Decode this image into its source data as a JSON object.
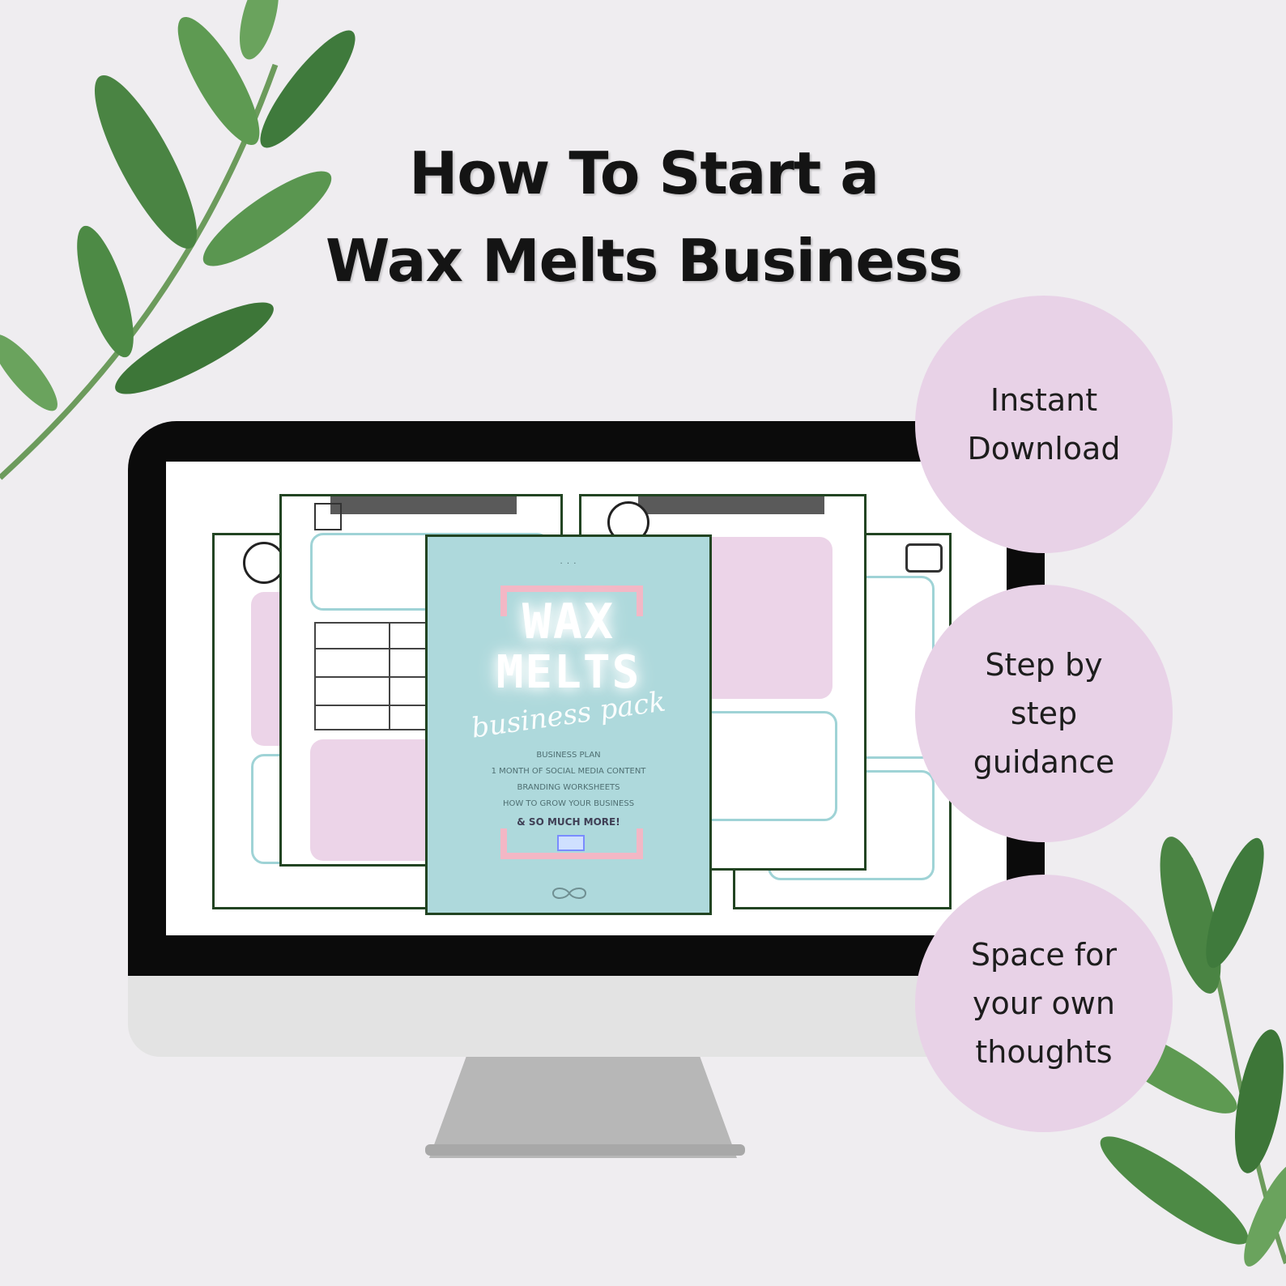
{
  "title": {
    "line1": "How To Start a",
    "line2": "Wax Melts Business"
  },
  "badges": [
    {
      "label": "Instant\nDownload"
    },
    {
      "label": "Step by\nstep\nguidance"
    },
    {
      "label": "Space for\nyour own\nthoughts"
    }
  ],
  "cover": {
    "word1": "WAX",
    "word2": "MELTS",
    "script": "business pack",
    "items": [
      "BUSINESS PLAN",
      "1 MONTH OF SOCIAL MEDIA CONTENT",
      "BRANDING WORKSHEETS",
      "HOW TO GROW YOUR BUSINESS"
    ],
    "more": "& SO MUCH MORE!"
  },
  "colors": {
    "background": "#efedf0",
    "badge": "#e8d2e7",
    "cover": "#aed9dc",
    "leaf": "#4f8a48"
  },
  "icons": [
    "leaf-branch-icon",
    "check-icon",
    "checklist-icon"
  ]
}
